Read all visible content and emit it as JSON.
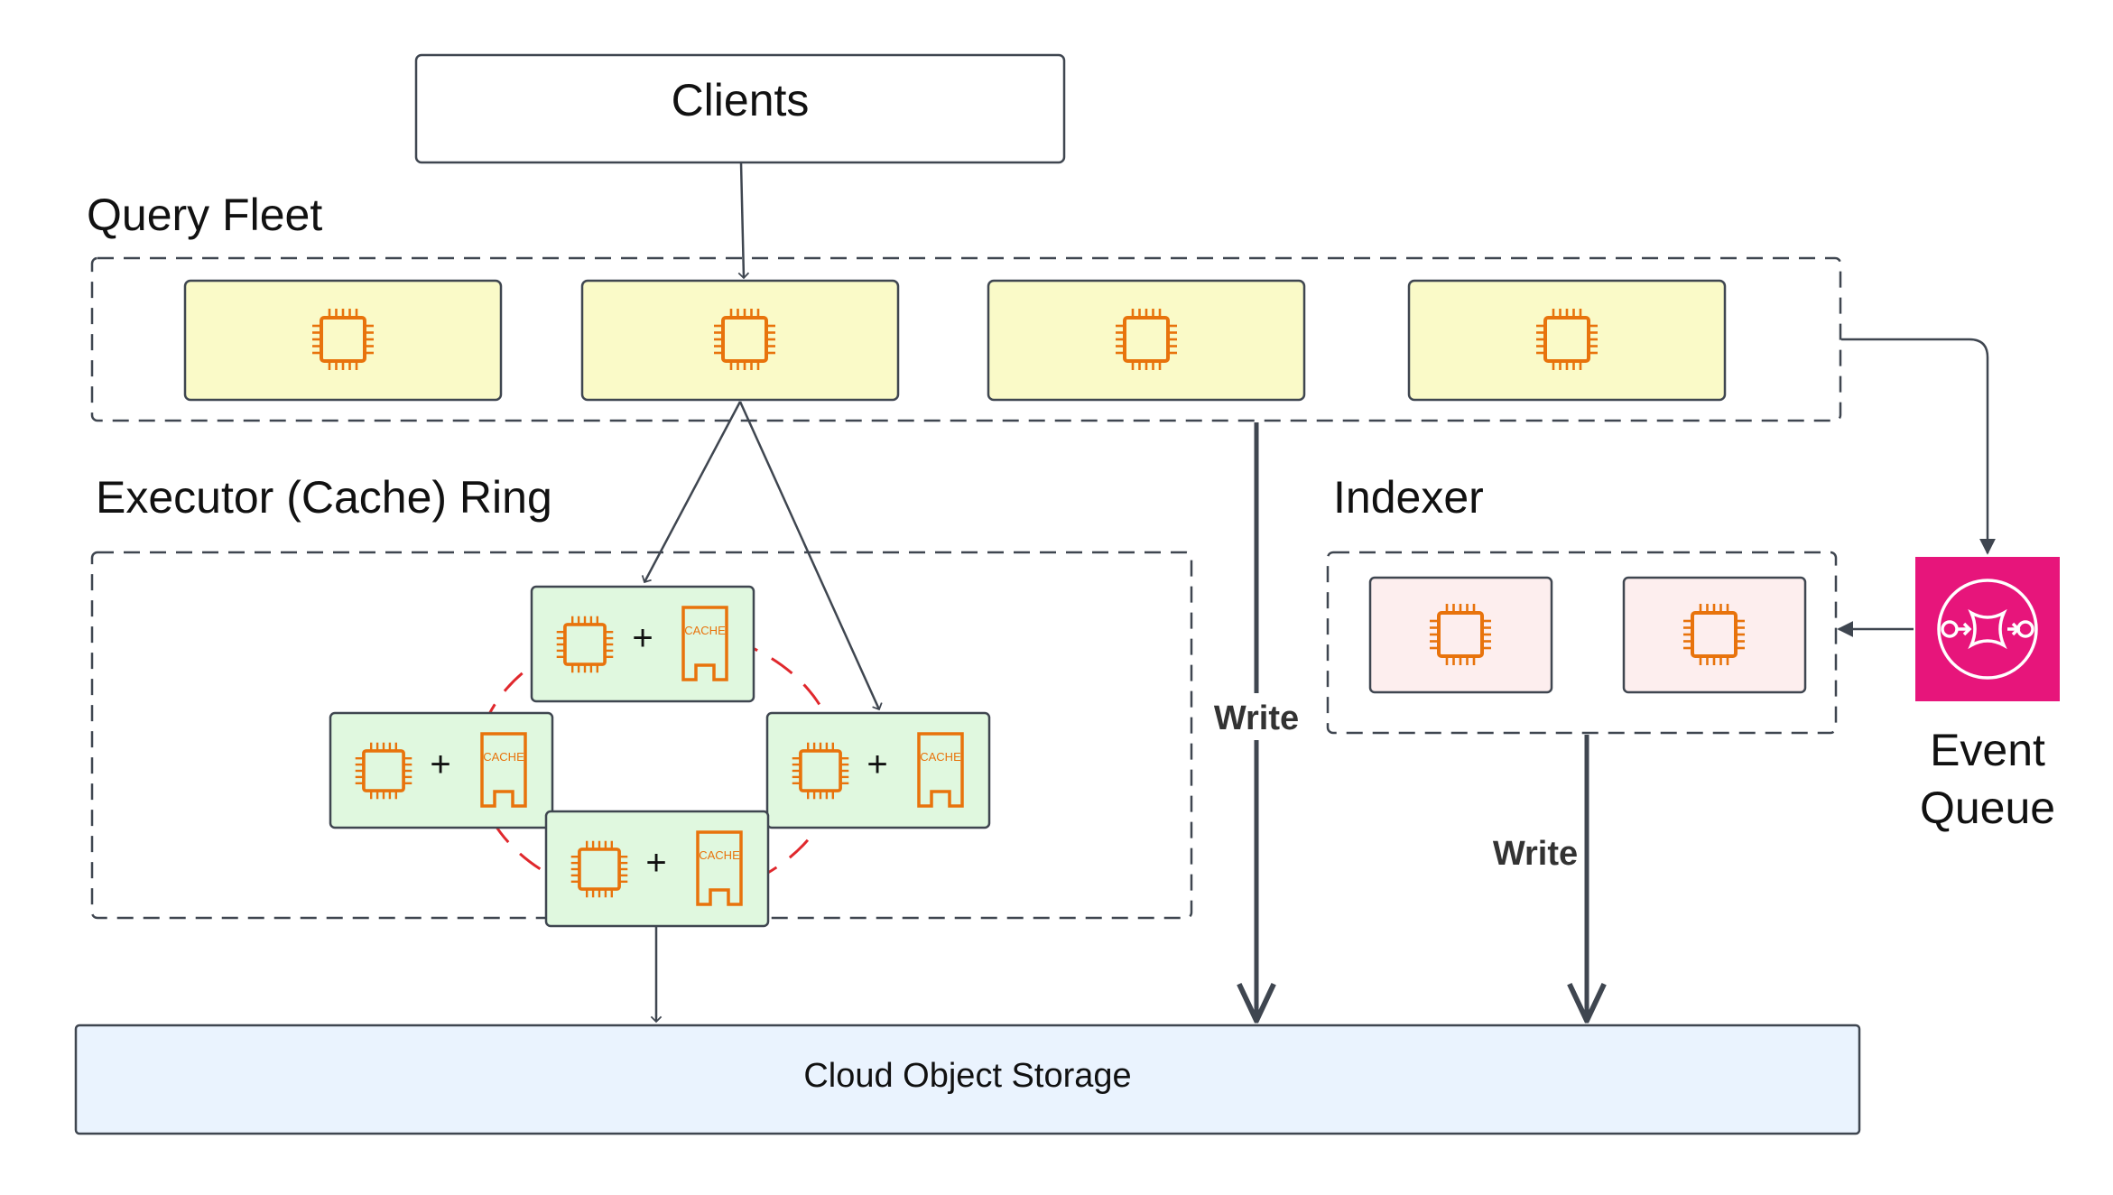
{
  "clients": {
    "label": "Clients"
  },
  "query_fleet": {
    "title": "Query Fleet",
    "node_count": 4
  },
  "executor_ring": {
    "title": "Executor (Cache) Ring",
    "plus": "+",
    "cache_label": "CACHE"
  },
  "indexer": {
    "title": "Indexer"
  },
  "event_queue": {
    "line1": "Event",
    "line2": "Queue"
  },
  "storage": {
    "label": "Cloud Object Storage"
  },
  "edges": {
    "write_label": "Write"
  },
  "colors": {
    "query_node_fill": "#fafac8",
    "executor_node_fill": "#e0f8df",
    "indexer_node_fill": "#fdeeee",
    "storage_fill": "#eaf3fe",
    "chip_orange": "#e8730c",
    "ring_red": "#e0282d",
    "event_queue_pink": "#e7157b",
    "stroke": "#3f4650"
  }
}
